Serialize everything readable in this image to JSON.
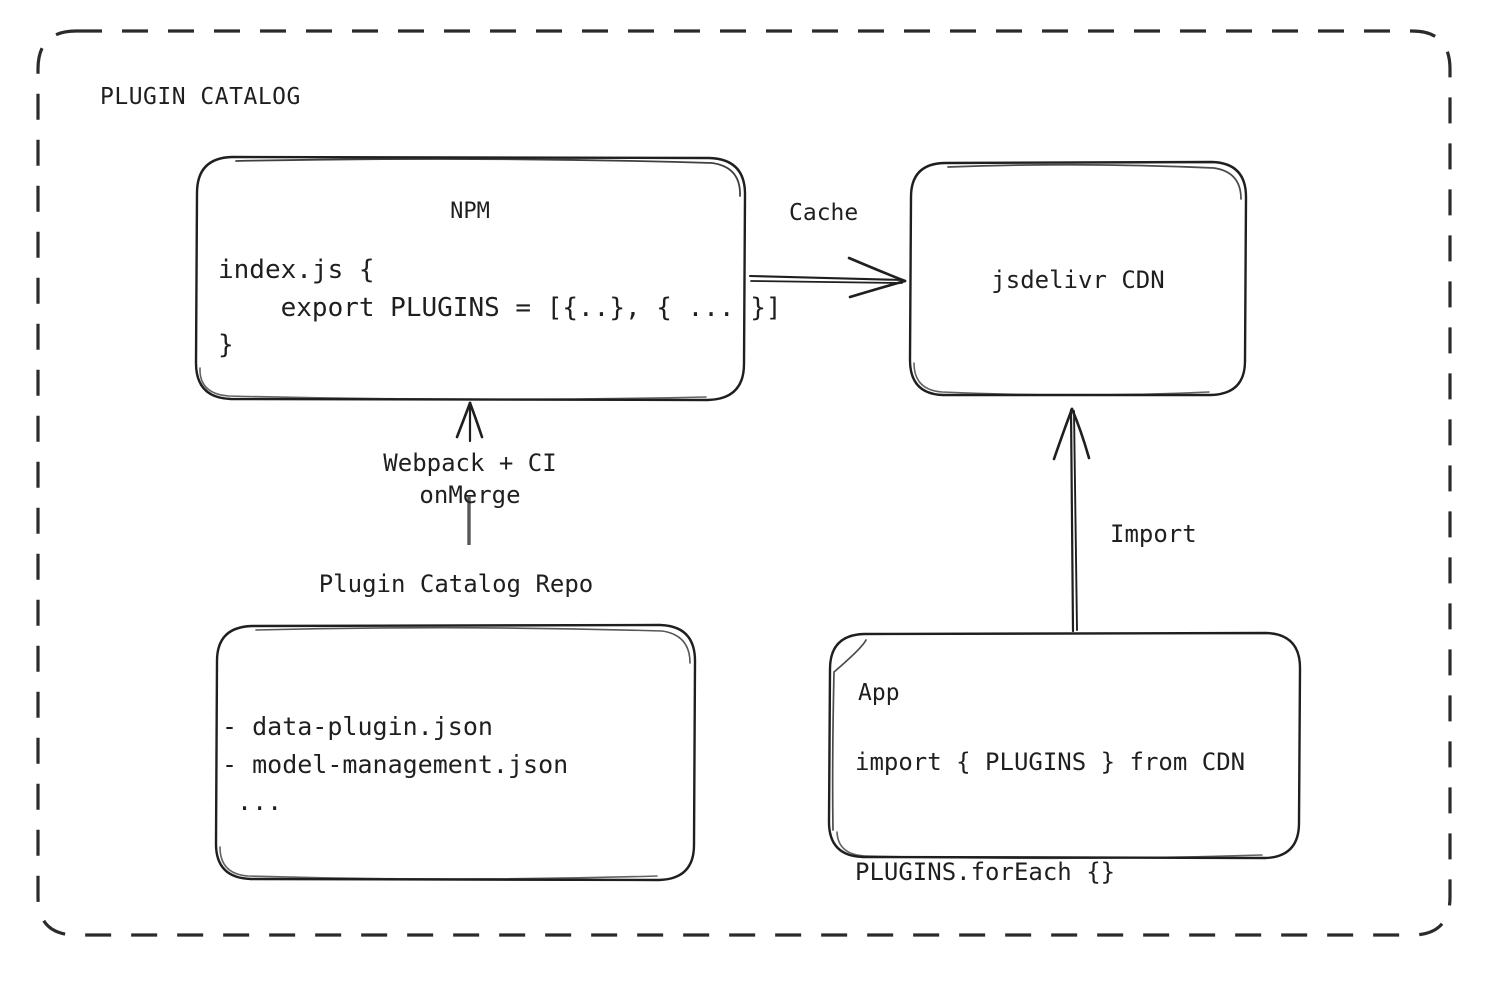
{
  "diagram": {
    "title": "PLUGIN CATALOG",
    "container": {
      "style": "dashed-rounded-rectangle",
      "stroke": "#2b2b2b"
    },
    "stroke_color": "#1f1f1f",
    "background": "#ffffff"
  },
  "nodes": {
    "npm": {
      "name": "NPM",
      "code_lines": [
        "index.js {",
        "    export PLUGINS = [{..}, { ... }]",
        "}"
      ],
      "code_block": "index.js {\n    export PLUGINS = [{..}, { ... }]\n}"
    },
    "cdn": {
      "name": "jsdelivr CDN"
    },
    "repo": {
      "caption": "Plugin Catalog Repo",
      "files": [
        "- data-plugin.json",
        "- model-management.json",
        " ..."
      ],
      "files_block": "- data-plugin.json\n- model-management.json\n ..."
    },
    "app": {
      "name": "App",
      "code_lines": [
        "import { PLUGINS } from CDN",
        "PLUGINS.forEach {}"
      ],
      "code_block": "import { PLUGINS } from CDN\n\nPLUGINS.forEach {}"
    }
  },
  "edges": {
    "cache": {
      "label": "Cache",
      "from": "npm",
      "to": "cdn",
      "direction": "right"
    },
    "import": {
      "label": "Import",
      "from": "app",
      "to": "cdn",
      "direction": "up"
    },
    "build": {
      "label": "Webpack + CI\nonMerge",
      "label_lines": [
        "Webpack + CI",
        "onMerge"
      ],
      "from": "repo",
      "to": "npm",
      "direction": "up"
    }
  }
}
